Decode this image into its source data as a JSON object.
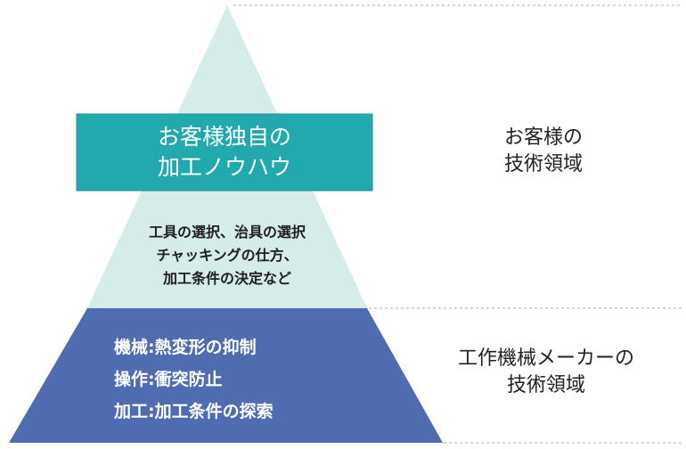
{
  "pyramid": {
    "top_box": {
      "lines": [
        "お客様独自の",
        "加工ノウハウ"
      ]
    },
    "middle": {
      "lines": [
        "工具の選択、治具の選択",
        "チャッキングの仕方、",
        "加工条件の決定など"
      ]
    },
    "bottom": {
      "lines": [
        "機械:熱変形の抑制",
        "操作:衝突防止",
        "加工:加工条件の探索"
      ]
    }
  },
  "labels": {
    "customer": {
      "lines": [
        "お客様の",
        "技術領域"
      ]
    },
    "maker": {
      "lines": [
        "工作機械メーカーの",
        "技術領域"
      ]
    }
  },
  "colors": {
    "pyramid_light": "#d5ece8",
    "top_box": "#22a9ae",
    "bottom": "#4f6cb0",
    "dotted": "#c8c8c8"
  }
}
